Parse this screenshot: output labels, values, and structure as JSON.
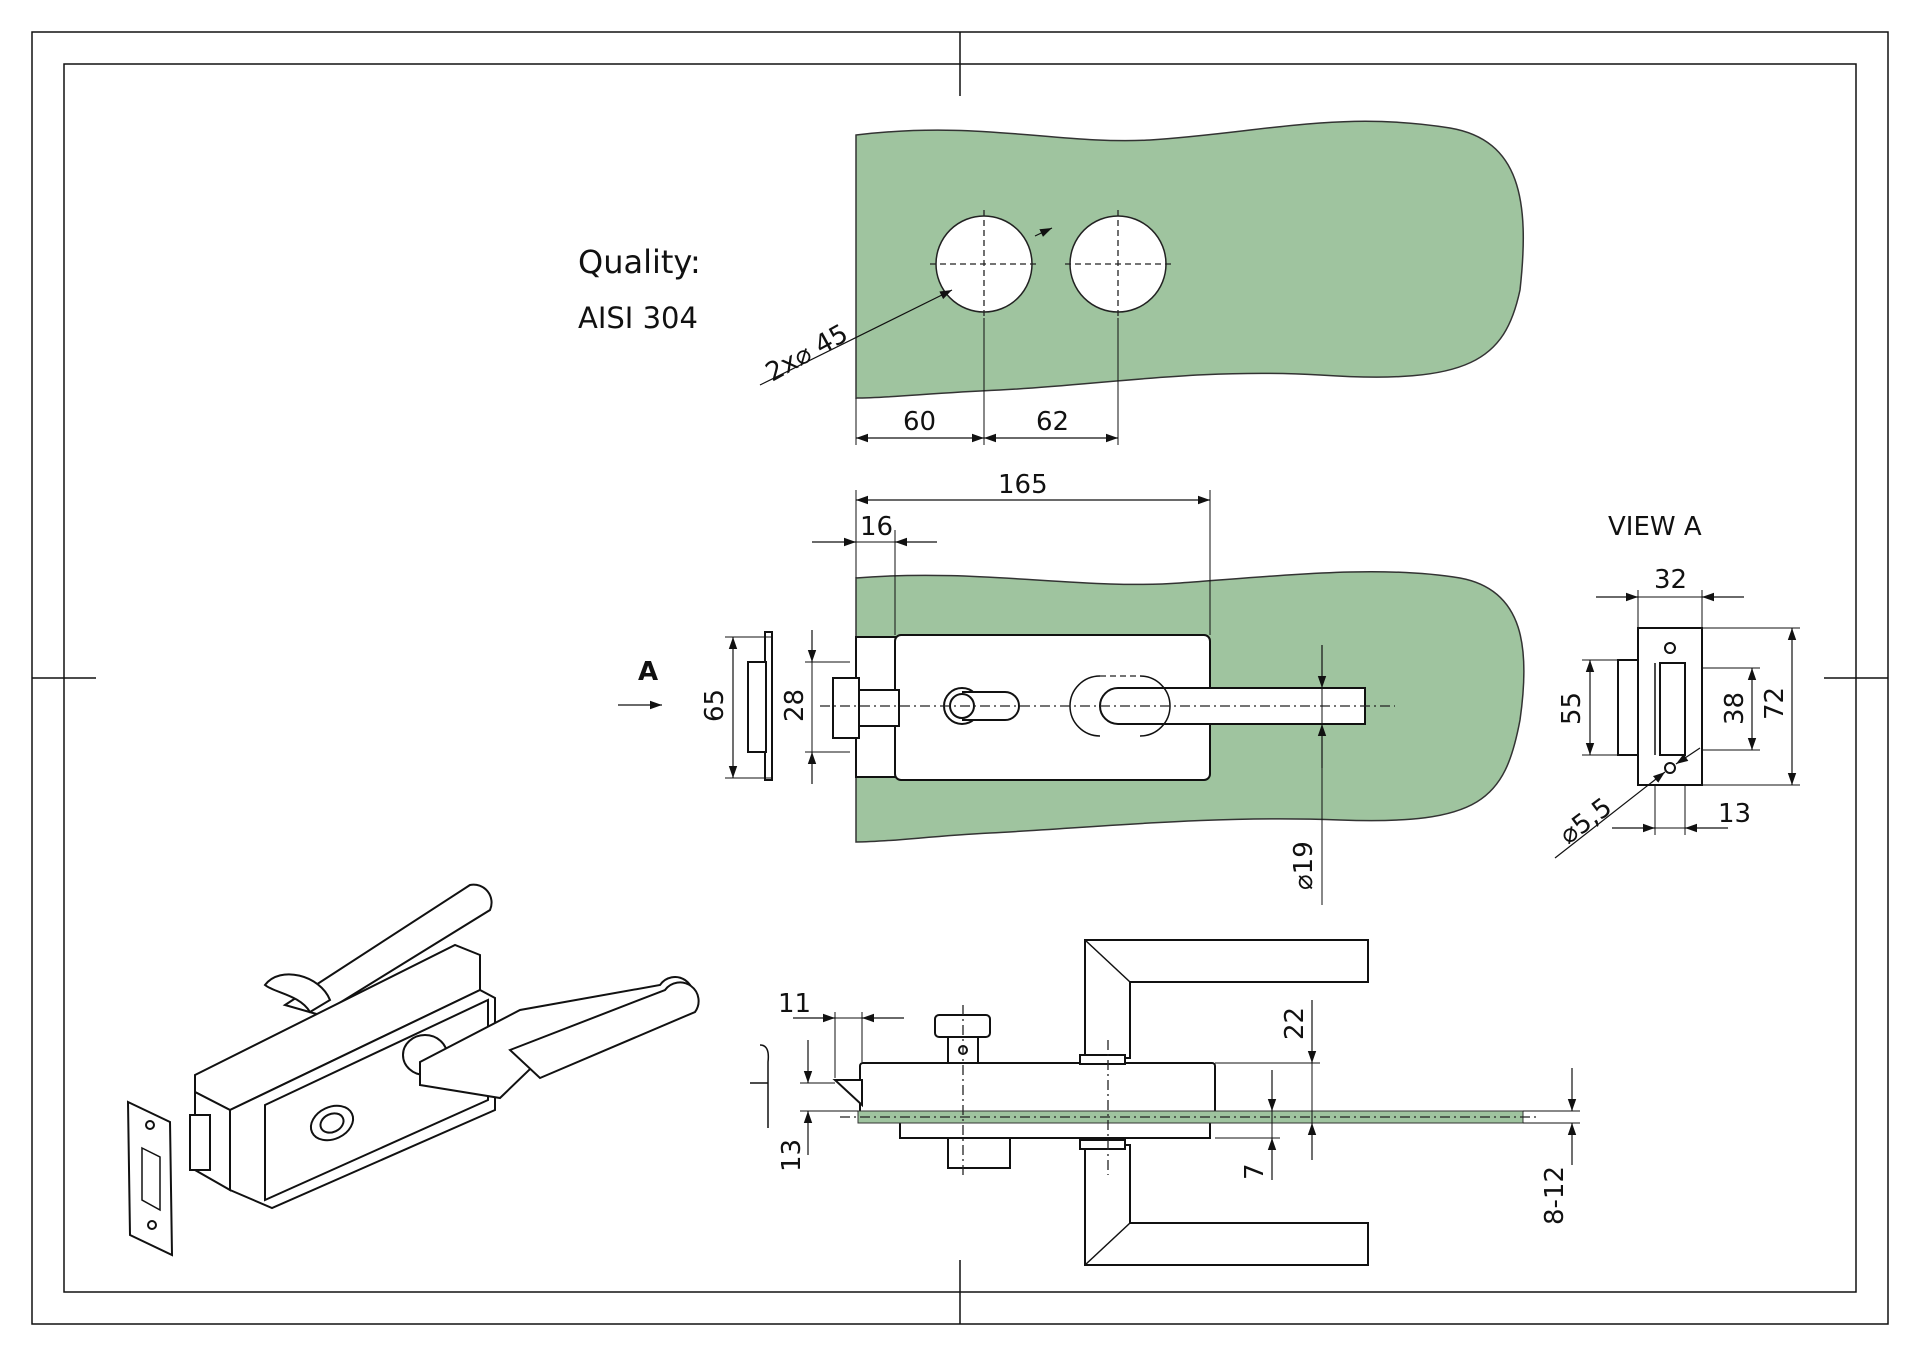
{
  "quality": {
    "heading": "Quality:",
    "material": "AISI 304"
  },
  "view_label": "VIEW A",
  "section_marker": "A",
  "dimensions": {
    "hole_diameter": "2x⌀ 45",
    "hole_offset_edge": "60",
    "hole_spacing": "62",
    "overall_length": "165",
    "clamp_offset": "16",
    "body_height": "65",
    "latch_height": "28",
    "handle_diameter": "⌀19",
    "strike_width": "32",
    "strike_inner_height": "55",
    "strike_opening": "38",
    "strike_height": "72",
    "screw_hole": "⌀5,5",
    "strike_depth": "13",
    "latch_projection": "11",
    "handle_offset": "22",
    "side_offset": "13",
    "plate_thickness": "7",
    "glass_thickness": "8-12"
  }
}
